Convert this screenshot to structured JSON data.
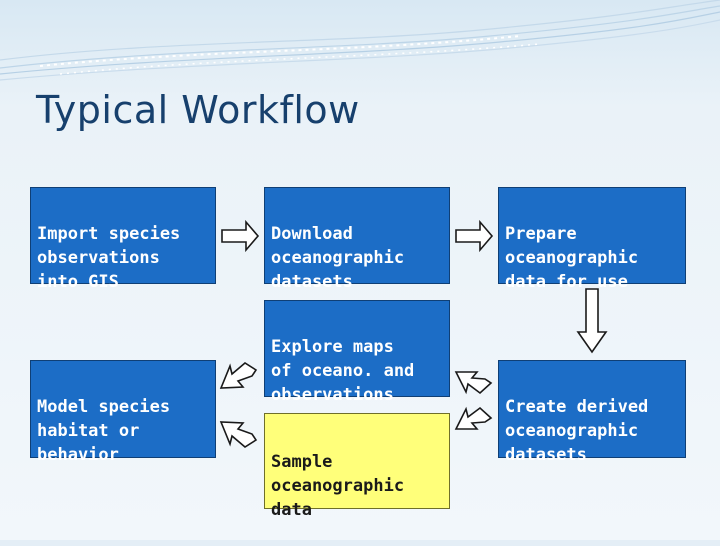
{
  "slide": {
    "title": "Typical Workflow"
  },
  "workflow": {
    "import_species": "Import species\nobservations\ninto GIS",
    "download_datasets": "Download\noceanographic\ndatasets",
    "prepare_data": "Prepare\noceanographic\ndata for use",
    "explore_maps": "Explore maps\nof oceano. and\nobservations",
    "sample_data": "Sample\noceanographic\ndata",
    "create_derived": "Create derived\noceanographic\ndatasets",
    "model_habitat": "Model species\nhabitat or\nbehavior"
  },
  "colors": {
    "box_blue": "#1c6dc6",
    "box_yellow": "#ffff7a",
    "title": "#17406d"
  }
}
